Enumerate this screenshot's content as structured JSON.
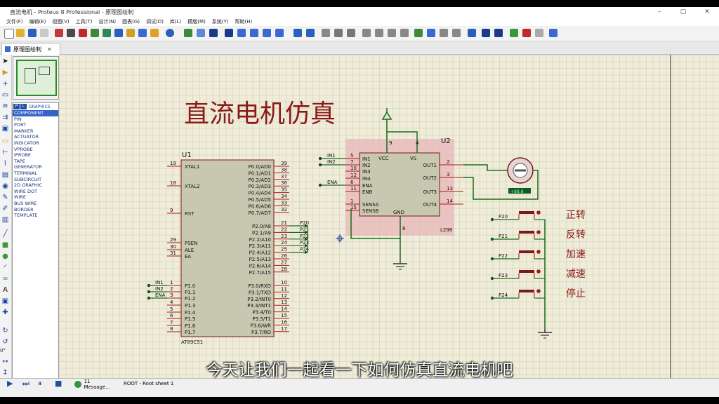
{
  "window": {
    "title": "直流电机 - Proteus 8 Professional - 原理图绘制",
    "min": "–",
    "max": "▢",
    "close": "✕"
  },
  "menu": [
    "文件(F)",
    "编辑(E)",
    "视图(V)",
    "工具(T)",
    "设计(N)",
    "图表(G)",
    "调试(D)",
    "库(L)",
    "模版(M)",
    "系统(Y)",
    "帮助(H)"
  ],
  "tab": {
    "label": "原理图绘制",
    "close": "✕"
  },
  "device_selector": {
    "p_button": "P",
    "l_button": "L",
    "header": "GRAPHICS",
    "items": [
      "COMPONENT",
      "PIN",
      "PORT",
      "MARKER",
      "ACTUATOR",
      "INDICATOR",
      "VPROBE",
      "IPROBE",
      "TAPE",
      "GENERATOR",
      "TERMINAL",
      "SUBCIRCUIT",
      "2D GRAPHIC",
      "WIRE DOT",
      "WIRE",
      "BUS WIRE",
      "BORDER",
      "TEMPLATE"
    ],
    "selected": "COMPONENT"
  },
  "rotation_readout": "0°",
  "schematic": {
    "title": "直流电机仿真",
    "u1": {
      "ref": "U1",
      "part": "AT89C51",
      "left_pins": [
        {
          "num": "19",
          "name": "XTAL1"
        },
        {
          "num": "18",
          "name": "XTAL2"
        },
        {
          "num": "9",
          "name": "RST"
        },
        {
          "num": "29",
          "name": "PSEN"
        },
        {
          "num": "30",
          "name": "ALE"
        },
        {
          "num": "31",
          "name": "EA"
        },
        {
          "num": "1",
          "name": "P1.0"
        },
        {
          "num": "2",
          "name": "P1.1"
        },
        {
          "num": "3",
          "name": "P1.2"
        },
        {
          "num": "4",
          "name": "P1.3"
        },
        {
          "num": "5",
          "name": "P1.4"
        },
        {
          "num": "6",
          "name": "P1.5"
        },
        {
          "num": "7",
          "name": "P1.6"
        },
        {
          "num": "8",
          "name": "P1.7"
        }
      ],
      "right_pins_p0": [
        {
          "num": "39",
          "name": "P0.0/AD0"
        },
        {
          "num": "38",
          "name": "P0.1/AD1"
        },
        {
          "num": "37",
          "name": "P0.2/AD2"
        },
        {
          "num": "36",
          "name": "P0.3/AD3"
        },
        {
          "num": "35",
          "name": "P0.4/AD4"
        },
        {
          "num": "34",
          "name": "P0.5/AD5"
        },
        {
          "num": "33",
          "name": "P0.6/AD6"
        },
        {
          "num": "32",
          "name": "P0.7/AD7"
        }
      ],
      "right_pins_p2": [
        {
          "num": "21",
          "name": "P2.0/A8"
        },
        {
          "num": "22",
          "name": "P2.1/A9"
        },
        {
          "num": "23",
          "name": "P2.2/A10"
        },
        {
          "num": "24",
          "name": "P2.3/A11"
        },
        {
          "num": "25",
          "name": "P2.4/A12"
        },
        {
          "num": "26",
          "name": "P2.5/A13"
        },
        {
          "num": "27",
          "name": "P2.6/A14"
        },
        {
          "num": "28",
          "name": "P2.7/A15"
        }
      ],
      "right_pins_p3": [
        {
          "num": "10",
          "name": "P3.0/RXD"
        },
        {
          "num": "11",
          "name": "P3.1/TXD"
        },
        {
          "num": "12",
          "name": "P3.2/INT0"
        },
        {
          "num": "13",
          "name": "P3.3/INT1"
        },
        {
          "num": "14",
          "name": "P3.4/T0"
        },
        {
          "num": "15",
          "name": "P3.5/T1"
        },
        {
          "num": "16",
          "name": "P3.6/WR"
        },
        {
          "num": "17",
          "name": "P3.7/RD"
        }
      ],
      "p1_nets": [
        "IN1",
        "IN2",
        "ENA"
      ],
      "p2_nets": [
        "P20",
        "P21",
        "P22",
        "P23",
        "P24"
      ]
    },
    "u2": {
      "ref": "U2",
      "part": "L298",
      "left_pins": [
        {
          "num": "5",
          "name": "IN1",
          "net": "IN1"
        },
        {
          "num": "7",
          "name": "IN2",
          "net": "IN2"
        },
        {
          "num": "10",
          "name": "IN3",
          "net": ""
        },
        {
          "num": "12",
          "name": "IN4",
          "net": ""
        },
        {
          "num": "6",
          "name": "ENA",
          "net": "ENA"
        },
        {
          "num": "11",
          "name": "ENB",
          "net": ""
        },
        {
          "num": "1",
          "name": "SENSA",
          "net": ""
        },
        {
          "num": "15",
          "name": "SENSB",
          "net": ""
        }
      ],
      "right_pins": [
        {
          "num": "2",
          "name": "OUT1"
        },
        {
          "num": "3",
          "name": "OUT2"
        },
        {
          "num": "13",
          "name": "OUT3"
        },
        {
          "num": "14",
          "name": "OUT4"
        }
      ],
      "top_pins": [
        {
          "num": "9",
          "name": "VCC"
        },
        {
          "num": "4",
          "name": "VS"
        }
      ],
      "bottom_pin": {
        "num": "8",
        "name": "GND"
      }
    },
    "buttons": [
      {
        "net": "P20",
        "label": "正转"
      },
      {
        "net": "P21",
        "label": "反转"
      },
      {
        "net": "P22",
        "label": "加速"
      },
      {
        "net": "P23",
        "label": "减速"
      },
      {
        "net": "P24",
        "label": "停止"
      }
    ],
    "motor_display": "+88.8"
  },
  "status": {
    "messages": "11 Message...",
    "sheet": "ROOT - Root sheet 1"
  },
  "caption": "今天让我们一起看一下如何仿真直流电机吧",
  "colors": {
    "canvas": "#efedd9",
    "grid": "#dcdac3",
    "component_fill": "#c8c7b0",
    "pin": "#b01818",
    "wire": "#1a6b1a",
    "l298_highlight": "#e8b9b9",
    "title_red": "#8b1a1a"
  }
}
